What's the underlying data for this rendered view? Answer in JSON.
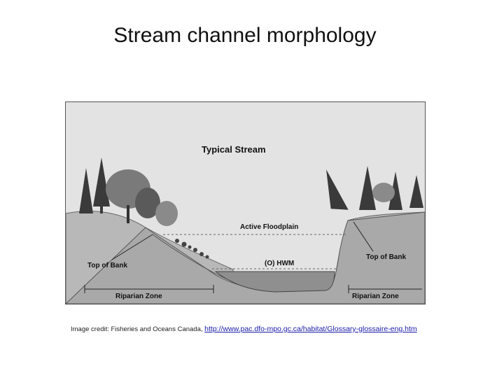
{
  "slide": {
    "title": "Stream channel morphology"
  },
  "diagram": {
    "heading": "Typical Stream",
    "labels": {
      "active_floodplain": "Active Floodplain",
      "hwm": "(O) HWM",
      "top_of_bank_left": "Top of Bank",
      "top_of_bank_right": "Top of Bank",
      "riparian_zone_left": "Riparian Zone",
      "riparian_zone_right": "Riparian Zone"
    }
  },
  "credit": {
    "prefix": "Image credit: Fisheries and Oceans Canada, ",
    "url": "http://www.pac.dfo-mpo.gc.ca/habitat/Glossary-glossaire-eng.htm"
  }
}
